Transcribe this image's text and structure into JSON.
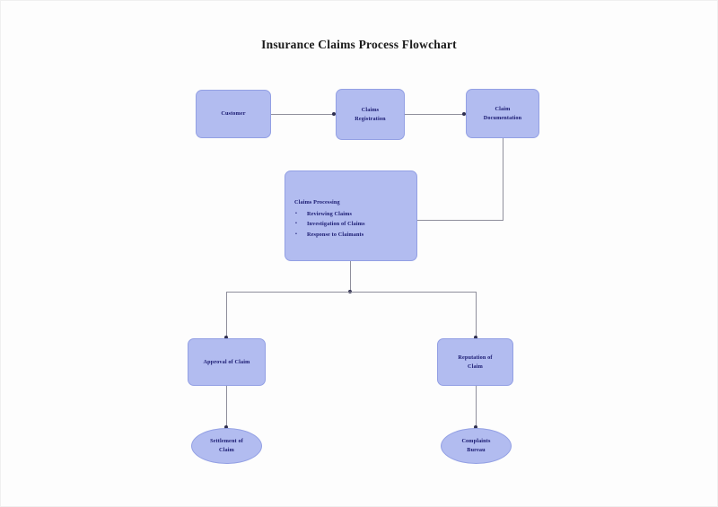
{
  "title": "Insurance Claims Process Flowchart",
  "theme": {
    "node_fill": "#b2bcf0",
    "node_border": "#93a0e4",
    "node_text": "#191970",
    "edge_color": "#8f8f9c",
    "arrow_color": "#2f2f4f",
    "background": "#fdfdfd"
  },
  "nodes": {
    "customer": {
      "label": "Customer",
      "shape": "rounded-rect"
    },
    "claims_registration": {
      "label": "Claims\nRegistration",
      "shape": "rounded-rect"
    },
    "claim_documentation": {
      "label": "Claim\nDocumentation",
      "shape": "rounded-rect"
    },
    "claims_processing": {
      "heading": "Claims Processing",
      "shape": "rounded-rect",
      "bullet": "•",
      "items": [
        "Reviewing Claims",
        "Investigation of Claims",
        "Response to Claimants"
      ]
    },
    "approval_of_claim": {
      "label": "Approval of Claim",
      "shape": "rounded-rect"
    },
    "reputation_of_claim": {
      "label": "Reputation of\nClaim",
      "shape": "rounded-rect"
    },
    "settlement_of_claim": {
      "label": "Settlement of\nClaim",
      "shape": "ellipse"
    },
    "complaints_bureau": {
      "label": "Complaints\nBureau",
      "shape": "ellipse"
    }
  }
}
